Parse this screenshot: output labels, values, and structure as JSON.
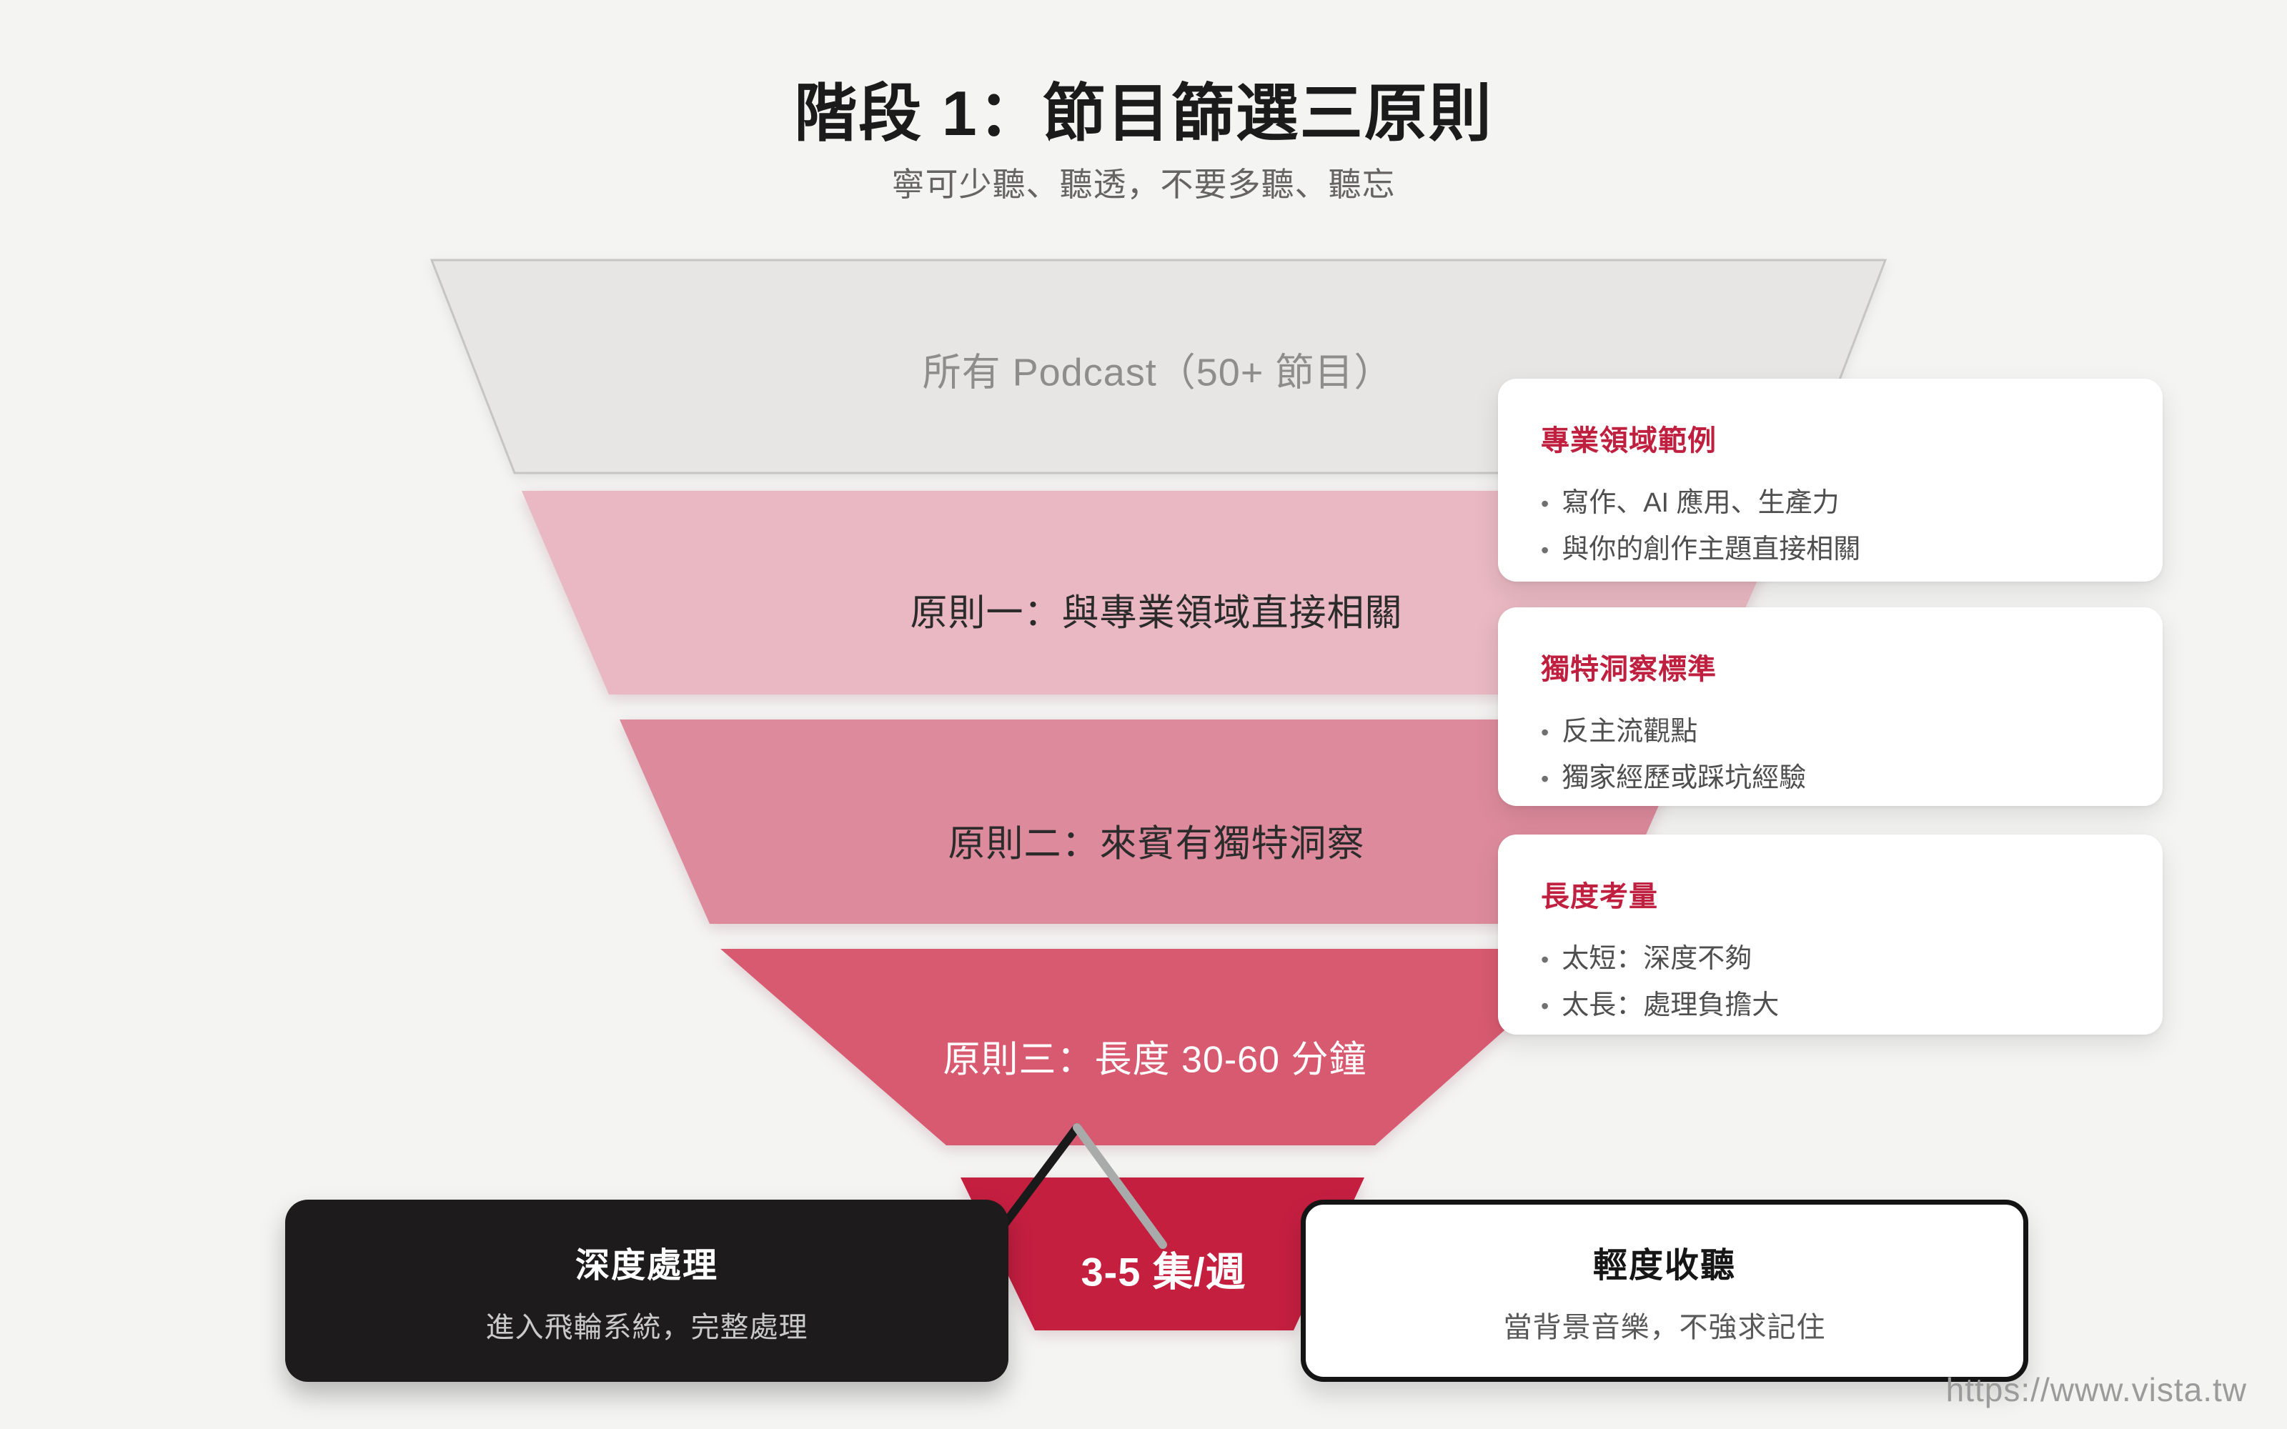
{
  "header": {
    "title": "階段 1：節目篩選三原則",
    "subtitle": "寧可少聽、聽透，不要多聽、聽忘"
  },
  "funnel": {
    "layers": [
      {
        "id": "all-podcasts",
        "label": "所有 Podcast（50+ 節目）",
        "fill": "#e7e6e5",
        "text_color": "#8e8d8c"
      },
      {
        "id": "principle-1",
        "label": "原則一：與專業領域直接相關",
        "fill": "#e9b8c2",
        "text_color": "#2b2b2b"
      },
      {
        "id": "principle-2",
        "label": "原則二：來賓有獨特洞察",
        "fill": "#dd8b9c",
        "text_color": "#2b2b2b"
      },
      {
        "id": "principle-3",
        "label": "原則三：長度 30-60 分鐘",
        "fill": "#d85a70",
        "text_color": "#ffffff"
      },
      {
        "id": "weekly-output",
        "label": "3-5 集/週",
        "fill": "#c51f40",
        "text_color": "#ffffff"
      }
    ]
  },
  "annotations": [
    {
      "title": "專業領域範例",
      "bullets": [
        "寫作、AI 應用、生產力",
        "與你的創作主題直接相關"
      ]
    },
    {
      "title": "獨特洞察標準",
      "bullets": [
        "反主流觀點",
        "獨家經歷或踩坑經驗"
      ]
    },
    {
      "title": "長度考量",
      "bullets": [
        "太短：深度不夠",
        "太長：處理負擔大"
      ]
    }
  ],
  "outcomes": {
    "deep": {
      "title": "深度處理",
      "subtitle": "進入飛輪系統，完整處理"
    },
    "light": {
      "title": "輕度收聽",
      "subtitle": "當背景音樂，不強求記住"
    }
  },
  "footer": {
    "url": "https://www.vista.tw"
  },
  "ui": {
    "bullet_char": "•"
  },
  "colors": {
    "background": "#f4f4f3",
    "accent_red": "#c0203f",
    "connector_black": "#1a1a1a",
    "connector_gray": "#a9abab",
    "deep_box_bg": "#1d1b1c"
  }
}
